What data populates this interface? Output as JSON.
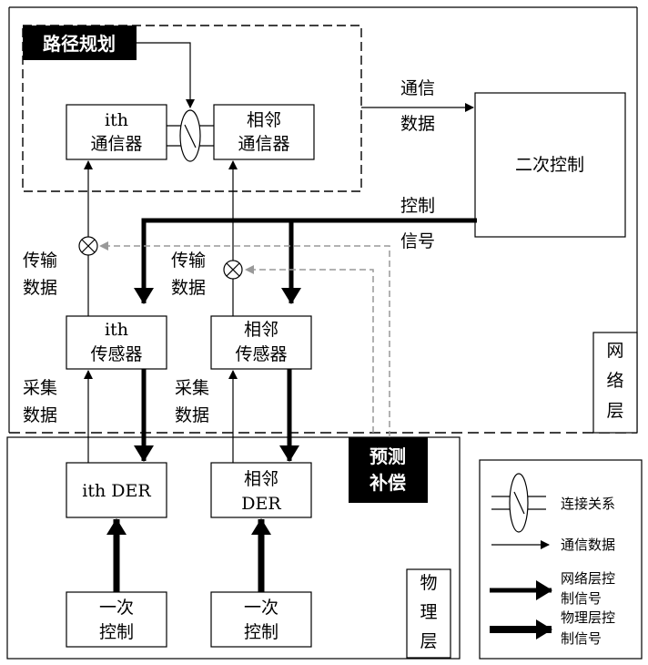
{
  "labels": {
    "path_planning": "路径规划",
    "ith_comm_l1": "ith",
    "ith_comm_l2": "通信器",
    "nb_comm_l1": "相邻",
    "nb_comm_l2": "通信器",
    "comm_data_l1": "通信",
    "comm_data_l2": "数据",
    "secondary_control": "二次控制",
    "ctrl_signal_l1": "控制",
    "ctrl_signal_l2": "信号",
    "trans_data_left_l1": "传输",
    "trans_data_left_l2": "数据",
    "trans_data_right_l1": "传输",
    "trans_data_right_l2": "数据",
    "ith_sensor_l1": "ith",
    "ith_sensor_l2": "传感器",
    "nb_sensor_l1": "相邻",
    "nb_sensor_l2": "传感器",
    "network_layer_l1": "网",
    "network_layer_l2": "络",
    "network_layer_l3": "层",
    "collect_left_l1": "采集",
    "collect_left_l2": "数据",
    "collect_right_l1": "采集",
    "collect_right_l2": "数据",
    "predict_comp_l1": "预测",
    "predict_comp_l2": "补偿",
    "ith_der": "ith DER",
    "nb_der_l1": "相邻",
    "nb_der_l2": "DER",
    "primary_left_l1": "一次",
    "primary_left_l2": "控制",
    "primary_right_l1": "一次",
    "primary_right_l2": "控制",
    "physical_layer_l1": "物",
    "physical_layer_l2": "理",
    "physical_layer_l3": "层"
  },
  "legend": {
    "connection": "连接关系",
    "comm_data": "通信数据",
    "net_ctrl_l1": "网络层控",
    "net_ctrl_l2": "制信号",
    "phy_ctrl_l1": "物理层控",
    "phy_ctrl_l2": "制信号"
  },
  "colors": {
    "line": "#000000",
    "dashed_feedback": "#999999",
    "label_bg": "#000000"
  }
}
